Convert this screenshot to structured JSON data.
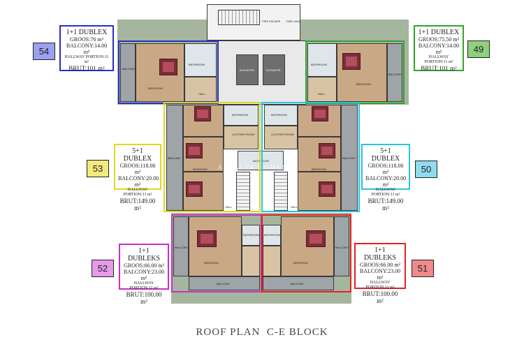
{
  "title": "ROOF PLAN  C-E BLOCK",
  "watermark": "ANTALYA HOMES",
  "colors": {
    "u54": "#2a2ec8",
    "u49": "#2fa52f",
    "u53": "#e2d71f",
    "u50": "#29c3e3",
    "u52": "#c52fc9",
    "u51": "#e02323"
  },
  "units": {
    "u54": {
      "number": "54",
      "title": "1+1 DUBLEX",
      "groos": "GROOS:76 m²",
      "balcony": "BALCONY:14.00 m²",
      "hallway": "HALLWAY PORTION:11 m²",
      "brut": "BRUT:101 m²"
    },
    "u49": {
      "number": "49",
      "title": "1+1 DUBLEX",
      "groos": "GROOS:75.50 m²",
      "balcony": "BALCONY:14.00 m²",
      "hallway": "HALLWAY PORTION:11 m²",
      "brut": "BRUT:101 m²"
    },
    "u53": {
      "number": "53",
      "title": "5+1 DUBLEX",
      "groos": "GROOS:118.00 m²",
      "balcony": "BALCONY:20.00 m²",
      "hallway": "HALLWAY PORTION:11 m²",
      "brut": "BRUT:149.00 m²"
    },
    "u50": {
      "number": "50",
      "title": "5+1 DUBLEX",
      "groos": "GROOS:118.00 m²",
      "balcony": "BALCONY:20.00 m²",
      "hallway": "HALLWAY PORTION:11 m²",
      "brut": "BRUT:149.00 m²"
    },
    "u52": {
      "number": "52",
      "title": "1+1 DUBLEKS",
      "groos": "GROOS:66.00 m²",
      "balcony": "BALCONY:23.00 m²",
      "hallway": "HALLWAY PORTION:11 m²",
      "brut": "BRUT:100.00 m²"
    },
    "u51": {
      "number": "51",
      "title": "1+1 DUBLEKS",
      "groos": "GROOS:66.00 m²",
      "balcony": "BALCONY:23.00 m²",
      "hallway": "HALLWAY PORTION:11 m²",
      "brut": "BRUT:100.00 m²"
    }
  },
  "plan_labels": {
    "fire_escape": "FIRE ESCAPE",
    "fire_hall": "FIRE HALL",
    "elevator": "ELEVATOR",
    "bedroom": "BEDROOM",
    "bathroom": "BATHROOM",
    "balcony": "BALCONY",
    "hall": "HALL",
    "clothes_room": "CLOTHES ROOM"
  }
}
